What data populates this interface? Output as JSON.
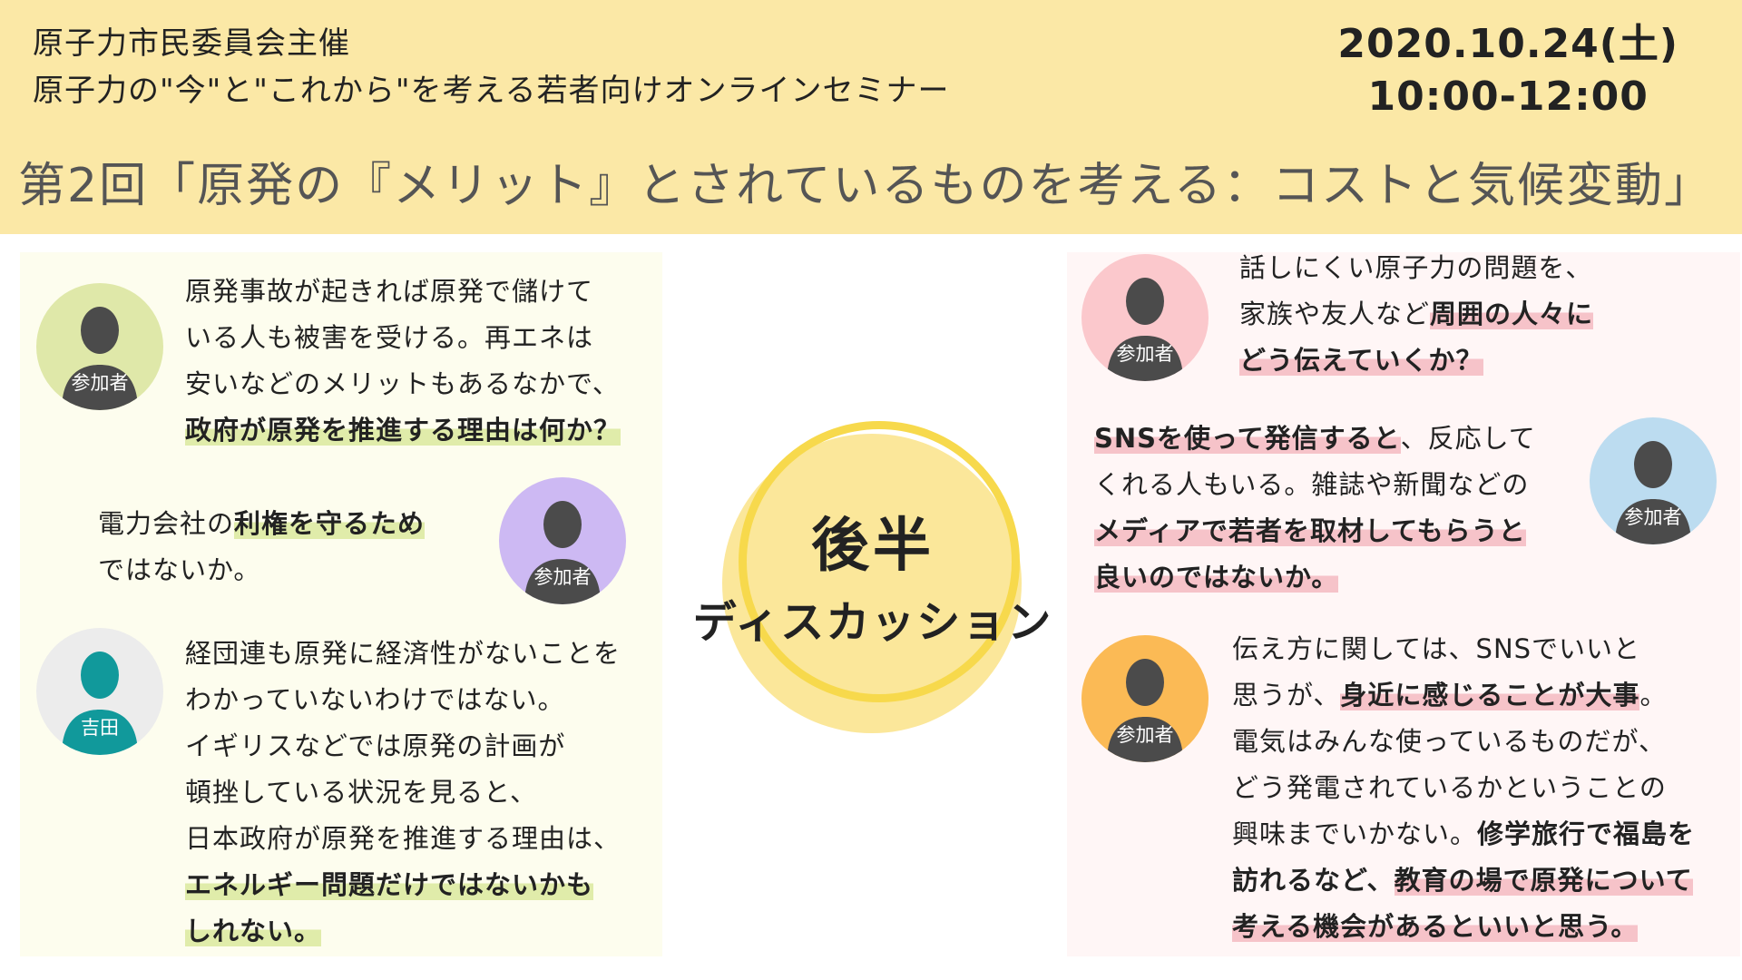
{
  "header": {
    "organizer_line1": "原子力市民委員会主催",
    "organizer_line2": "原子力の\"今\"と\"これから\"を考える若者向けオンラインセミナー",
    "date": "2020.10.24(土)",
    "time": "10:00-12:00",
    "title": "第2回「原発の『メリット』とされているものを考える：コストと気候変動」"
  },
  "center": {
    "title": "後半",
    "subtitle": "ディスカッション"
  },
  "left": {
    "c1": {
      "speaker": "参加者",
      "l1": "原発事故が起きれば原発で儲けて",
      "l2": "いる人も被害を受ける。再エネは",
      "l3": "安いなどのメリットもあるなかで、",
      "l4_hl": "政府が原発を推進する理由は何か？"
    },
    "c2": {
      "speaker": "参加者",
      "l1_pre": "電力会社の",
      "l1_hl": "利権を守るため",
      "l2": "ではないか。"
    },
    "c3": {
      "speaker": "吉田",
      "l1": "経団連も原発に経済性がないことを",
      "l2": "わかっていないわけではない。",
      "l3": "イギリスなどでは原発の計画が",
      "l4": "頓挫している状況を見ると、",
      "l5": "日本政府が原発を推進する理由は、",
      "l6_hl": "エネルギー問題だけではないかも",
      "l7_hl": "しれない。"
    }
  },
  "right": {
    "c4": {
      "speaker": "参加者",
      "l1": "話しにくい原子力の問題を、",
      "l2_pre": "家族や友人など",
      "l2_hl": "周囲の人々に",
      "l3_hl": "どう伝えていくか？"
    },
    "c5": {
      "speaker": "参加者",
      "l1_hl": "SNSを使って発信すると",
      "l1_post": "、反応して",
      "l2": "くれる人もいる。雑誌や新聞などの",
      "l3_hl": "メディアで若者を取材してもらうと",
      "l4_hl": "良いのではないか。"
    },
    "c6": {
      "speaker": "参加者",
      "l1": "伝え方に関しては、SNSでいいと",
      "l2_pre": "思うが、",
      "l2_hl": "身近に感じることが大事",
      "l2_post": "。",
      "l3": "電気はみんな使っているものだが、",
      "l4": "どう発電されているかということの",
      "l5_pre": "興味までいかない。",
      "l5_bold": "修学旅行で福島を",
      "l6_bold": "訪れるなど、",
      "l6_hl": "教育の場で原発について",
      "l7_hl": "考える機会があるといいと思う。"
    }
  },
  "colors": {
    "header_bg": "#fbe8a6",
    "highlight_green": "#e0ecaa",
    "highlight_pink": "#f6c3c9",
    "avatar_teal": "#11999b",
    "avatar_dark": "#4b4b4b"
  }
}
